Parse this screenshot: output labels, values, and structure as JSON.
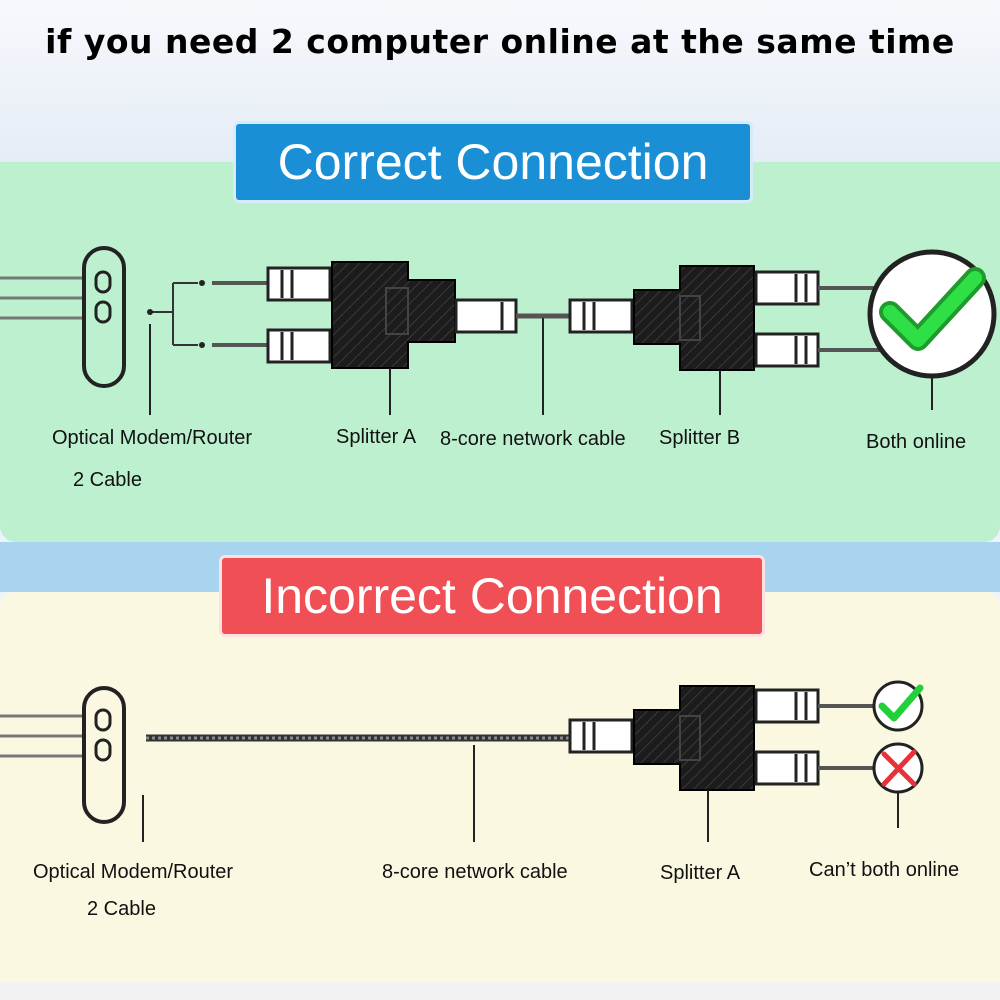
{
  "headline": "if you need 2 computer online at the same time",
  "correct": {
    "badge": "Correct Connection",
    "labels": {
      "modem": "Optical Modem/Router",
      "cable_count": "2 Cable",
      "splitter_a": "Splitter A",
      "network_cable": "8-core network cable",
      "splitter_b": "Splitter B",
      "result": "Both online"
    }
  },
  "incorrect": {
    "badge": "Incorrect Connection",
    "labels": {
      "modem": "Optical Modem/Router",
      "cable_count": "2 Cable",
      "network_cable": "8-core network cable",
      "splitter_a": "Splitter A",
      "result": "Can’t both online"
    }
  },
  "colors": {
    "correct_badge": "#1b8fd6",
    "incorrect_badge": "#ef4f55",
    "correct_panel": "#bdf0cf",
    "incorrect_panel": "#fbf8e2",
    "check": "#22d03a",
    "cross": "#e8323a"
  }
}
